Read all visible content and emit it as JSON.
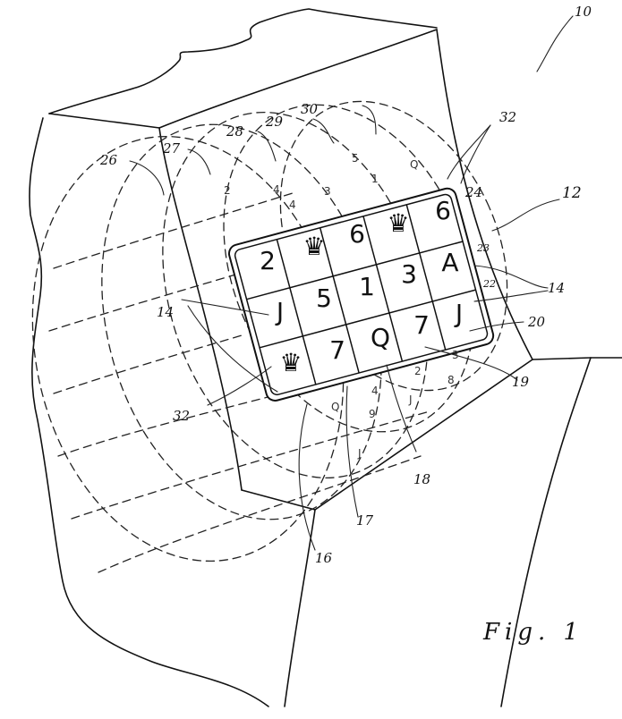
{
  "figure": {
    "caption": "Fig. 1",
    "description": "Perspective patent drawing of a slot-machine cabinet with three-row, five-reel display window showing symbols on rotating reels"
  },
  "reference_numerals": {
    "r10": "10",
    "r12": "12",
    "r14a": "14",
    "r14b": "14",
    "r16": "16",
    "r17": "17",
    "r18": "18",
    "r19": "19",
    "r20": "20",
    "r22": "22",
    "r23": "23",
    "r24": "24",
    "r26": "26",
    "r27": "27",
    "r28": "28",
    "r29": "29",
    "r30": "30",
    "r32a": "32",
    "r32b": "32"
  },
  "display_window": {
    "rows": 3,
    "columns": 5,
    "symbols": [
      [
        "2",
        "♛",
        "6",
        "♛",
        "6"
      ],
      [
        "J",
        "5",
        "1",
        "3",
        "A"
      ],
      [
        "♛",
        "7",
        "Q",
        "7",
        "J"
      ]
    ],
    "crown_icon": "crown-icon"
  },
  "hidden_reel_symbols": {
    "above": [
      "5",
      "Q",
      "4",
      "3",
      "1",
      "2",
      "4"
    ],
    "below": [
      "Q",
      "4",
      "2",
      "3",
      "9",
      "J",
      "8",
      "J"
    ]
  }
}
